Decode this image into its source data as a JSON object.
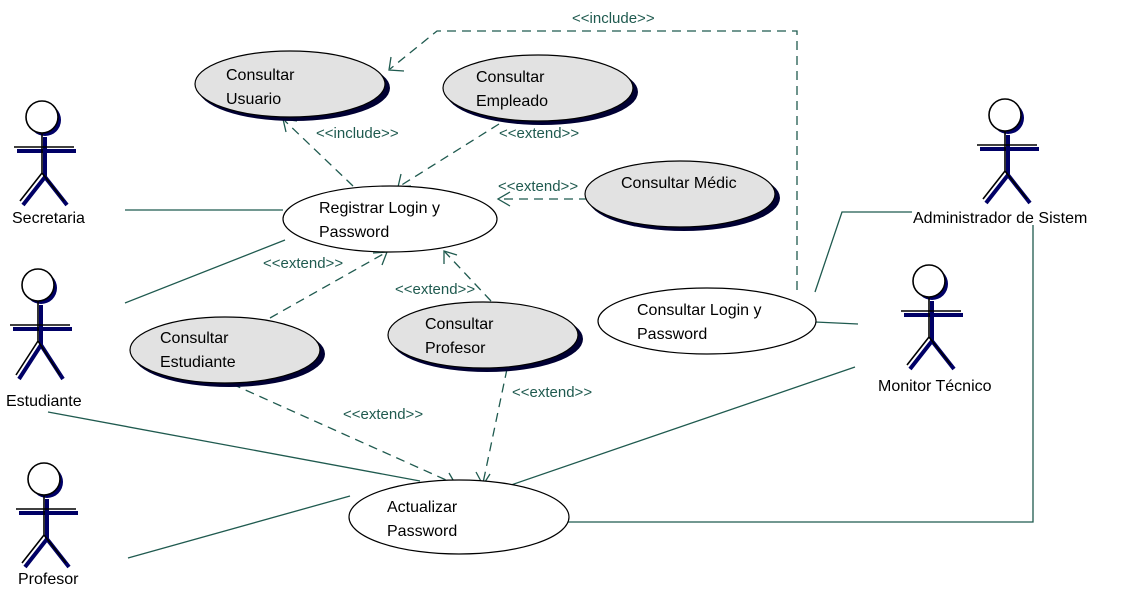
{
  "diagram": {
    "use_cases": {
      "consultar_usuario": [
        "Consultar",
        "Usuario"
      ],
      "consultar_empleado": [
        "Consultar",
        "Empleado"
      ],
      "consultar_medico": [
        "Consultar Médic"
      ],
      "registrar_login": [
        "Registrar Login y",
        "Password"
      ],
      "consultar_estudiante": [
        "Consultar",
        "Estudiante"
      ],
      "consultar_profesor": [
        "Consultar",
        "Profesor"
      ],
      "consultar_login": [
        "Consultar Login y",
        "Password"
      ],
      "actualizar_password": [
        "Actualizar",
        "Password"
      ]
    },
    "actors": {
      "secretaria": "Secretaria",
      "estudiante": "Estudiante",
      "profesor": "Profesor",
      "admin": "Administrador de Sistem",
      "monitor": "Monitor Técnico"
    },
    "stereotypes": {
      "include_top": "<<include>>",
      "include_usuario": "<<include>>",
      "extend_empleado": "<<extend>>",
      "extend_medico": "<<extend>>",
      "extend_estudiante": "<<extend>>",
      "extend_profesor": "<<extend>>",
      "extend_estudiante_actualizar": "<<extend>>",
      "extend_profesor_actualizar": "<<extend>>"
    }
  }
}
